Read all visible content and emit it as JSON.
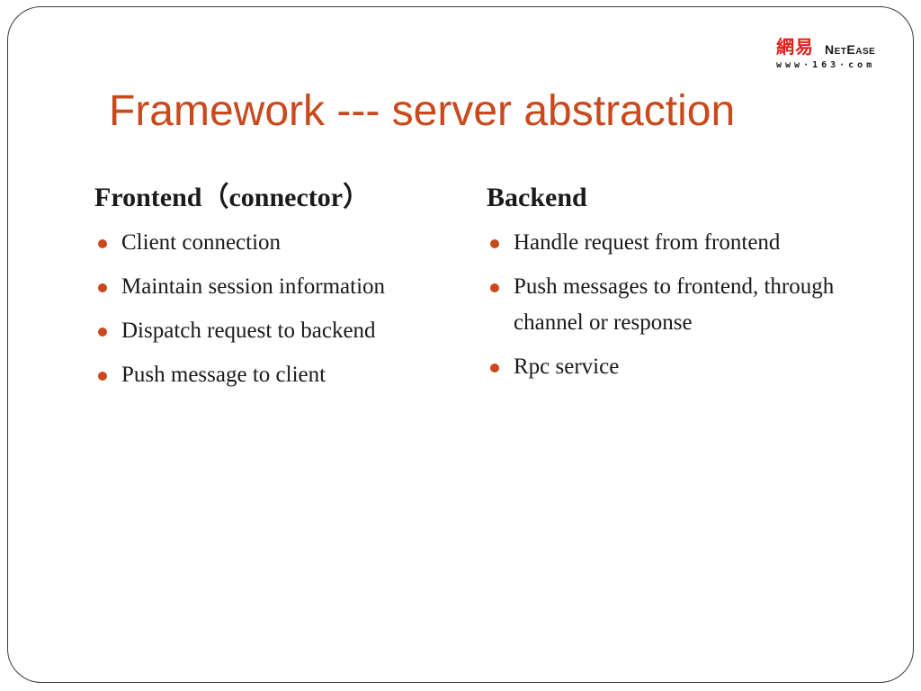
{
  "logo": {
    "cn": "網易",
    "en": "NetEase",
    "url": "www·163·com"
  },
  "title": "Framework --- server abstraction",
  "frontend": {
    "heading": "Frontend（connector）",
    "items": [
      "Client connection",
      "Maintain session information",
      "Dispatch request to backend",
      "Push message to client"
    ]
  },
  "backend": {
    "heading": "Backend",
    "items": [
      "Handle request from frontend",
      "Push messages to frontend, through channel or response",
      "Rpc service"
    ]
  },
  "colors": {
    "accent": "#c9491c",
    "text": "#1a1a1a",
    "logo_red": "#e0221b"
  }
}
